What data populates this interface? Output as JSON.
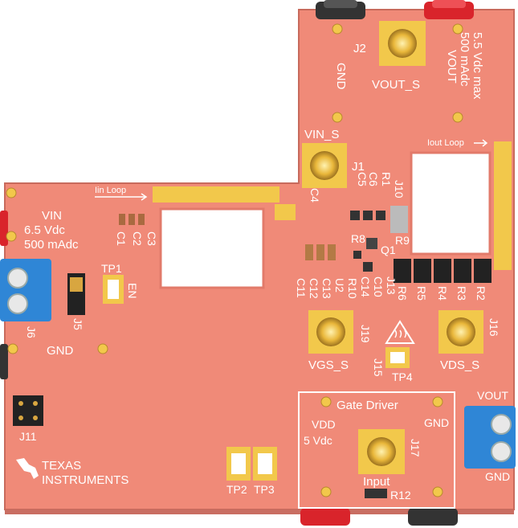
{
  "labels": {
    "j2": "J2",
    "vout_s": "VOUT_S",
    "gnd_top": "GND",
    "vout_spec_1": "5.5 Vdc max",
    "vout_spec_2": "500 mAdc",
    "vout_spec_3": "VOUT",
    "vin_s": "VIN_S",
    "j1": "J1",
    "c5": "C5",
    "c6": "C6",
    "r1": "R1",
    "j10": "J10",
    "iout_loop": "Iout Loop",
    "iin_loop": "Iin Loop",
    "c4": "C4",
    "vin": "VIN",
    "vin_spec_1": "6.5 Vdc",
    "vin_spec_2": "500 mAdc",
    "c1": "C1",
    "c2": "C2",
    "c3": "C3",
    "tp1": "TP1",
    "en": "EN",
    "j5": "J5",
    "j6": "J6",
    "gnd_left": "GND",
    "r8": "R8",
    "r9": "R9",
    "q1": "Q1",
    "c11": "C11",
    "c12": "C12",
    "c13": "C13",
    "u2": "U2",
    "r10": "R10",
    "c14": "C14",
    "c10": "C10",
    "j13": "J13",
    "r6": "R6",
    "r5": "R5",
    "r4": "R4",
    "r3": "R3",
    "r2": "R2",
    "j19": "J19",
    "vgs_s": "VGS_S",
    "j15": "J15",
    "tp4": "TP4",
    "j16": "J16",
    "vds_s": "VDS_S",
    "gate_driver": "Gate Driver",
    "vdd": "VDD",
    "vdd_spec": "5 Vdc",
    "gnd_gate": "GND",
    "j17": "J17",
    "input": "Input",
    "r12": "R12",
    "j11": "J11",
    "texas": "TEXAS",
    "instruments": "INSTRUMENTS",
    "tp2": "TP2",
    "tp3": "TP3",
    "vout_right": "VOUT",
    "gnd_right": "GND"
  },
  "colors": {
    "board": "#f08a78",
    "board_dark": "#d97666",
    "gold": "#f2c84b",
    "terminal_blue": "#2f86d6",
    "jack_red": "#d9242b",
    "jack_black": "#333333",
    "silk": "#ffffff"
  }
}
